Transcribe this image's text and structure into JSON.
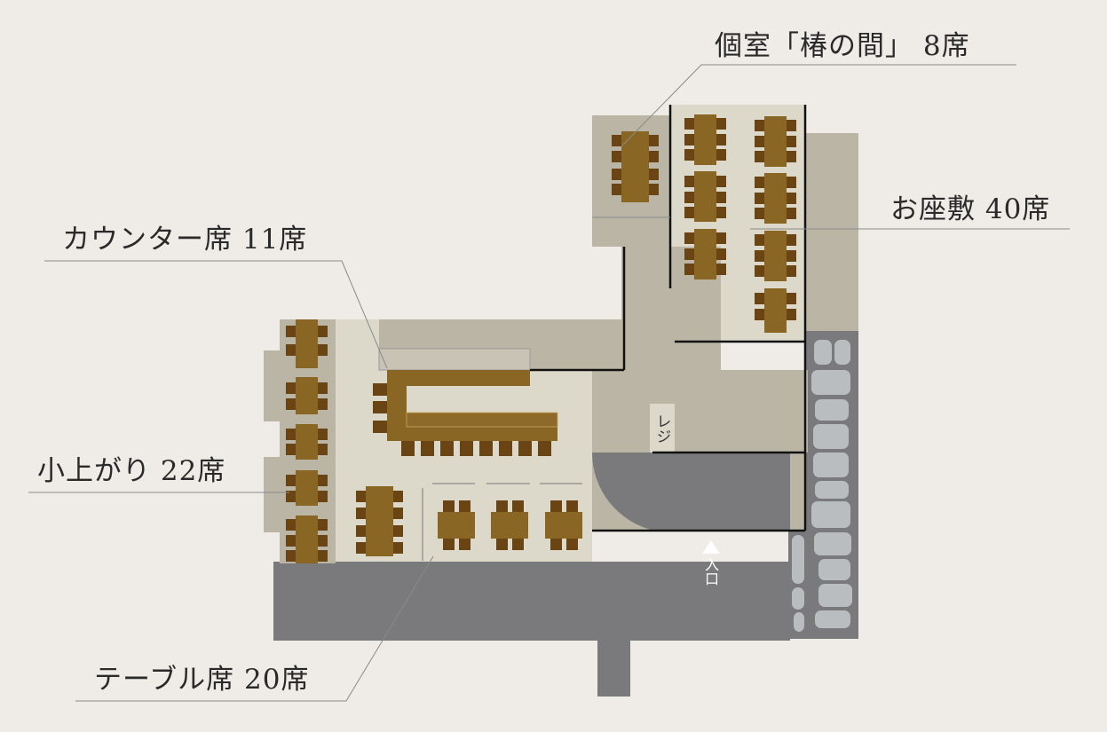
{
  "labels": {
    "private_room": "個室「椿の間」 8席",
    "zashiki": "お座敷 40席",
    "counter": "カウンター席 11席",
    "koagari": "小上がり 22席",
    "table": "テーブル席 20席",
    "register": "レジ",
    "entrance": "入口"
  },
  "colors": {
    "floor": "#dcd8ca",
    "wall_area": "#bab5a5",
    "corridor": "#7a7a7c",
    "table": "#8a6624",
    "chair": "#6a4412",
    "stone": "#b9bdc0"
  }
}
